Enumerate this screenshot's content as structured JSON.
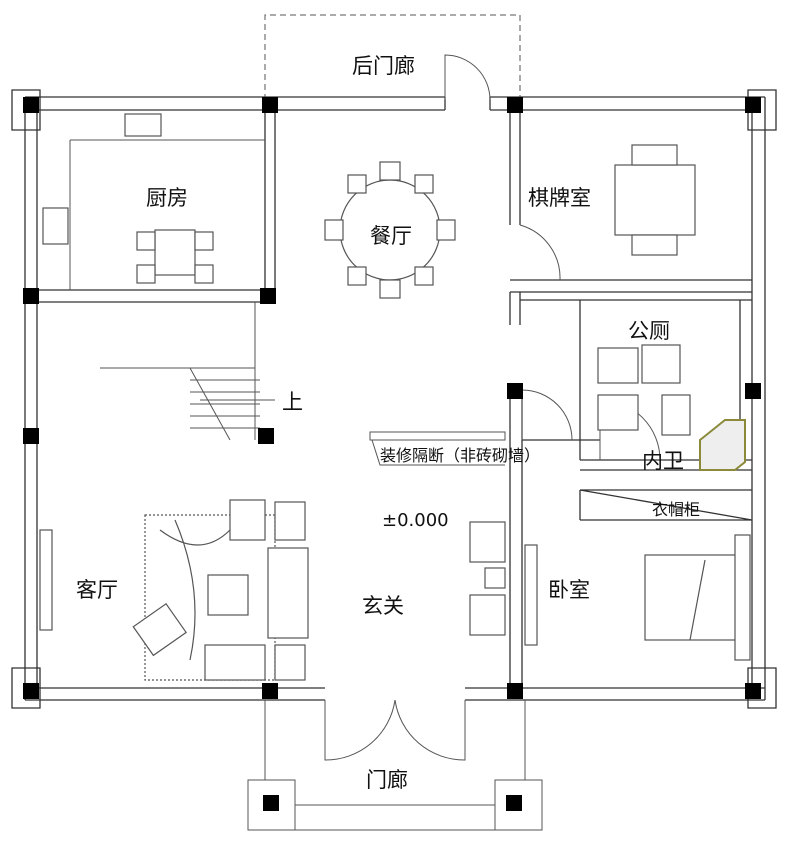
{
  "rooms": {
    "back_porch": "后门廊",
    "kitchen": "厨房",
    "dining": "餐厅",
    "chess_room": "棋牌室",
    "public_toilet": "公厕",
    "stairs_up": "上",
    "partition_note": "装修隔断（非砖砌墙）",
    "inner_bath": "内卫",
    "wardrobe": "衣帽柜",
    "elevation": "±0.000",
    "living_room": "客厅",
    "foyer": "玄关",
    "bedroom": "卧室",
    "front_porch": "门廊"
  }
}
